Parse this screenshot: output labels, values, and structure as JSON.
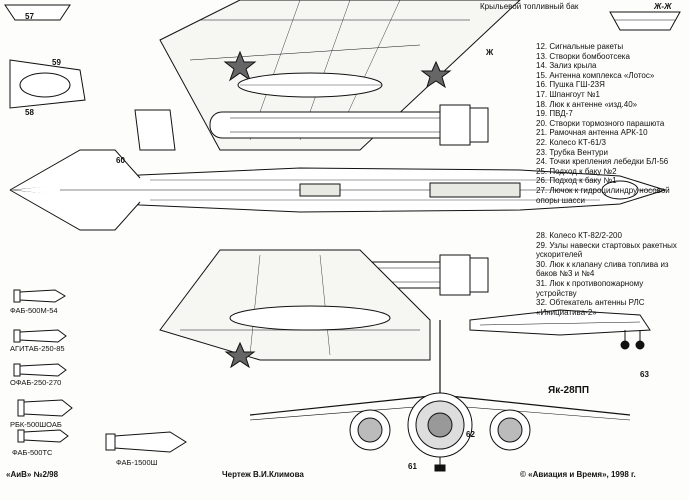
{
  "header": {
    "top_caption": "Крыльевой топливный бак",
    "section_mark": "Ж-Ж",
    "zh_mark": "Ж"
  },
  "callouts": {
    "n57": "57",
    "n58": "58",
    "n59": "59",
    "n60": "60",
    "n61": "61",
    "n62": "62",
    "n63": "63"
  },
  "legend_top": [
    "12. Сигнальные ракеты",
    "13. Створки бомбоотсека",
    "14. Зализ крыла",
    "15. Антенна комплекса «Лотос»",
    "16. Пушка ГШ-23Я",
    "17. Шпангоут №1",
    "18. Люк к антенне «изд.40»",
    "19. ПВД-7",
    "20. Створки тормозного парашюта",
    "21. Рамочная антенна АРК-10",
    "22. Колесо КТ-61/3",
    "23. Трубка Вентури",
    "24. Точки крепления лебедки БЛ-56",
    "25. Подход к баку №2",
    "26. Подход к баку №1",
    "27. Лючок к гидроцилиндру носовой",
    "     опоры шасси"
  ],
  "legend_bottom": [
    "28. Колесо КТ-82/2-200",
    "29. Узлы навески стартовых ракетных",
    "     ускорителей",
    "30. Люк к клапану слива топлива из",
    "     баков №3 и №4",
    "31. Люк к противопожарному",
    "     устройству",
    "32. Обтекатель антенны РЛС",
    "     «Инициатива-2»"
  ],
  "aircraft_name": "Як-28ПП",
  "bombs": {
    "b1": "ФАБ-500М-54",
    "b2": "АГИТАБ-250-85",
    "b3": "ОФАБ-250-270",
    "b4": "РБК-500ШОАБ",
    "b5": "ФАБ-500ТС",
    "b6": "ФАБ-1500Ш"
  },
  "footer": {
    "issue": "«АиВ» №2/98",
    "author": "Чертеж В.И.Климова",
    "copyright": "© «Авиация и Время», 1998 г."
  }
}
